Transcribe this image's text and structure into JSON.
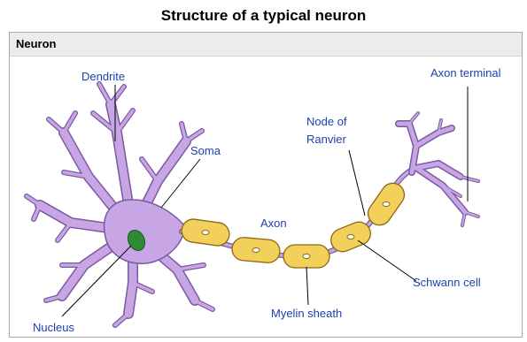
{
  "title": "Structure of a typical neuron",
  "panel": {
    "header": "Neuron"
  },
  "labels": {
    "dendrite": "Dendrite",
    "soma": "Soma",
    "nucleus": "Nucleus",
    "axon": "Axon",
    "node_line1": "Node of",
    "node_line2": "Ranvier",
    "axon_terminal": "Axon terminal",
    "schwann_cell": "Schwann cell",
    "myelin_sheath": "Myelin sheath"
  },
  "colors": {
    "cell_body": "#c8a6e6",
    "cell_outline": "#7a5aa0",
    "myelin": "#f3cf5c",
    "myelin_outline": "#8a6a10",
    "nucleus": "#2e8b35",
    "label": "#1f3fb0",
    "pointer": "#000000"
  }
}
